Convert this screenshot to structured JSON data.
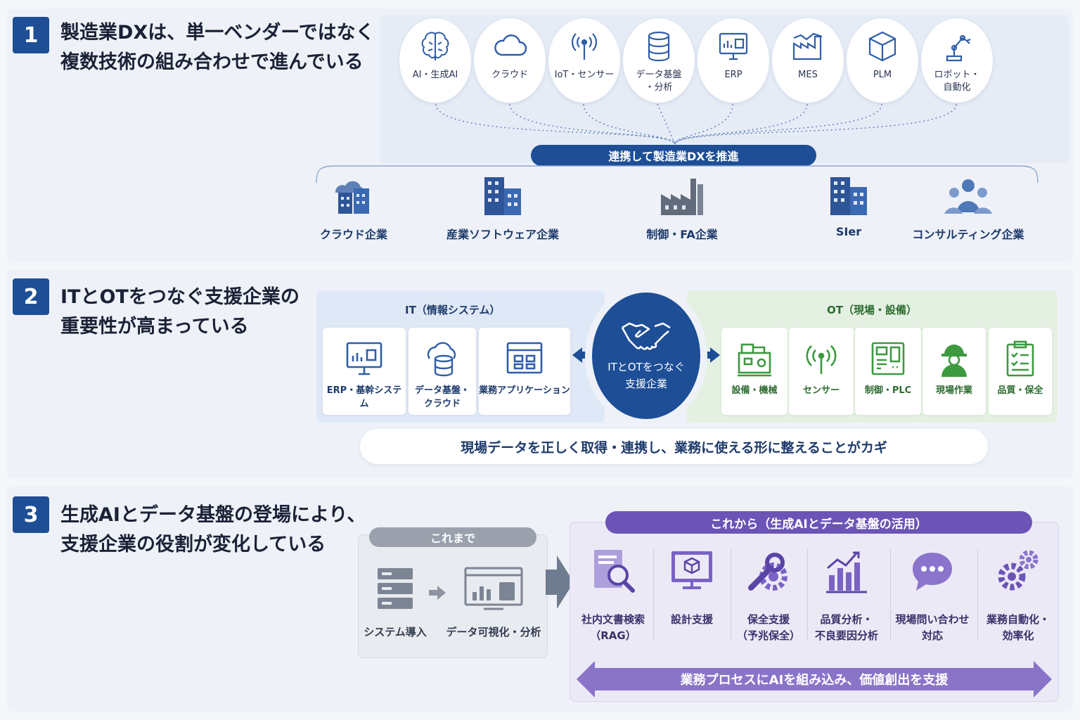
{
  "colors": {
    "navy": "#1d4e96",
    "purple": "#6b54b6",
    "green": "#3c9a3f",
    "gray": "#9aa1ad"
  },
  "section1": {
    "number": "1",
    "heading": "製造業DXは、単一ベンダーではなく\n複数技術の組み合わせで進んでいる",
    "technologies": [
      {
        "label": "AI・生成AI",
        "icon": "brain-icon"
      },
      {
        "label": "クラウド",
        "icon": "cloud-icon"
      },
      {
        "label": "IoT・センサー",
        "icon": "sensor-icon"
      },
      {
        "label": "データ基盤\n・分析",
        "icon": "database-icon"
      },
      {
        "label": "ERP",
        "icon": "monitor-icon"
      },
      {
        "label": "MES",
        "icon": "factory-chart-icon"
      },
      {
        "label": "PLM",
        "icon": "cube-icon"
      },
      {
        "label": "ロボット・\n自動化",
        "icon": "robot-arm-icon"
      }
    ],
    "banner": "連携して製造業DXを推進",
    "companies": [
      {
        "label": "クラウド企業",
        "icon": "cloud-building-icon"
      },
      {
        "label": "産業ソフトウェア企業",
        "icon": "building-icon"
      },
      {
        "label": "制御・FA企業",
        "icon": "factory-icon"
      },
      {
        "label": "SIer",
        "icon": "building-icon"
      },
      {
        "label": "コンサルティング企業",
        "icon": "people-icon"
      }
    ]
  },
  "section2": {
    "number": "2",
    "heading": "ITとOTをつなぐ支援企業の\n重要性が高まっている",
    "it_title": "IT（情報システム）",
    "it_items": [
      {
        "label": "ERP・基幹システム",
        "icon": "monitor-chart-icon"
      },
      {
        "label": "データ基盤・\nクラウド",
        "icon": "cloud-database-icon"
      },
      {
        "label": "業務アプリケーション",
        "icon": "app-window-icon"
      }
    ],
    "hub": "ITとOTをつなぐ\n支援企業",
    "ot_title": "OT（現場・設備）",
    "ot_items": [
      {
        "label": "設備・機械",
        "icon": "machine-icon"
      },
      {
        "label": "センサー",
        "icon": "antenna-icon"
      },
      {
        "label": "制御・PLC",
        "icon": "plc-icon"
      },
      {
        "label": "現場作業",
        "icon": "worker-icon"
      },
      {
        "label": "品質・保全",
        "icon": "clipboard-icon"
      }
    ],
    "key_message": "現場データを正しく取得・連携し、業務に使える形に整えることがカギ"
  },
  "section3": {
    "number": "3",
    "heading": "生成AIとデータ基盤の登場により、\n支援企業の役割が変化している",
    "past_title": "これまで",
    "past_items": [
      {
        "label": "システム導入",
        "icon": "server-icon"
      },
      {
        "label": "データ可視化・分析",
        "icon": "dashboard-icon"
      }
    ],
    "future_title": "これから（生成AIとデータ基盤の活用）",
    "future_items": [
      {
        "label": "社内文書検索\n（RAG）",
        "icon": "document-search-icon"
      },
      {
        "label": "設計支援",
        "icon": "design-monitor-icon"
      },
      {
        "label": "保全支援\n（予兆保全）",
        "icon": "wrench-gear-icon"
      },
      {
        "label": "品質分析・\n不良要因分析",
        "icon": "bar-chart-icon"
      },
      {
        "label": "現場問い合わせ\n対応",
        "icon": "chat-bubble-icon"
      },
      {
        "label": "業務自動化・\n効率化",
        "icon": "gears-icon"
      }
    ],
    "bottom_banner": "業務プロセスにAIを組み込み、価値創出を支援"
  }
}
